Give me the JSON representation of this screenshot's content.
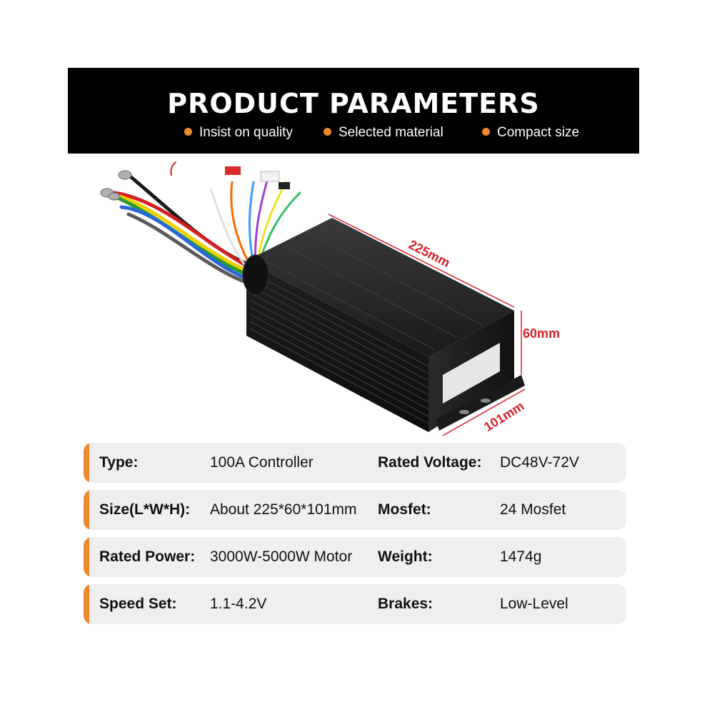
{
  "theme": {
    "accent": "#f08a30",
    "banner_bg": "#000000",
    "row_bg": "#efefef",
    "dimension_color": "#d8202a"
  },
  "banner": {
    "title": "PRODUCT  PARAMETERS",
    "features": [
      {
        "label": "Insist on quality"
      },
      {
        "label": "Selected material"
      },
      {
        "label": "Compact size"
      }
    ]
  },
  "product": {
    "dimensions": {
      "length": "225mm",
      "height": "60mm",
      "width": "101mm"
    }
  },
  "specs": [
    {
      "label1": "Type:",
      "value1": "100A  Controller",
      "label2": "Rated Voltage:",
      "value2": "DC48V-72V"
    },
    {
      "label1": "Size(L*W*H):",
      "value1": "About 225*60*101mm",
      "label2": "Mosfet:",
      "value2": "24 Mosfet"
    },
    {
      "label1": "Rated Power:",
      "value1": "3000W-5000W Motor",
      "label2": "Weight:",
      "value2": "1474g"
    },
    {
      "label1": "Speed Set:",
      "value1": "1.1-4.2V",
      "label2": "Brakes:",
      "value2": "Low-Level"
    }
  ]
}
